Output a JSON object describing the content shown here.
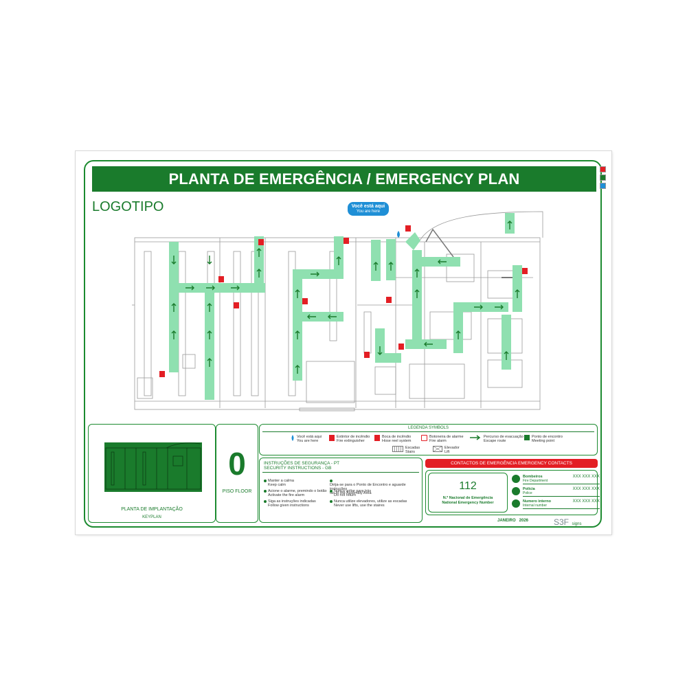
{
  "header": {
    "title": "PLANTA DE EMERGÊNCIA   /   EMERGENCY PLAN",
    "logo": "LOGOTIPO"
  },
  "callout": {
    "pt": "Você está aqui",
    "en": "You are here"
  },
  "legend": {
    "title": "LEGENDA SYMBOLS",
    "items": [
      {
        "pt": "Você está aqui",
        "en": "You are here",
        "icon": "you-are-here-icon"
      },
      {
        "pt": "Extintor de incêndio",
        "en": "Fire extinguisher",
        "icon": "fire-extinguisher-icon"
      },
      {
        "pt": "Boca de incêndio",
        "en": "Hose reel system",
        "icon": "hose-reel-icon"
      },
      {
        "pt": "Botoneira de alarme",
        "en": "Fire alarm",
        "icon": "fire-alarm-icon"
      },
      {
        "pt": "Percurso de evacuação",
        "en": "Escape route",
        "icon": "escape-route-icon"
      },
      {
        "pt": "Ponto de encontro",
        "en": "Meeting point",
        "icon": "meeting-point-icon"
      },
      {
        "pt": "Escadas",
        "en": "Stairs",
        "icon": "stairs-icon"
      },
      {
        "pt": "Elevador",
        "en": "Lift",
        "icon": "lift-icon"
      }
    ]
  },
  "keyplan": {
    "pt": "PLANTA DE IMPLANTAÇÃO",
    "en": "KEYPLAN"
  },
  "floor": {
    "number": "0",
    "label": "PISO FLOOR"
  },
  "instructions": {
    "title_pt": "INSTRUÇÕES DE SEGURANÇA - PT",
    "title_en": "SECURITY INSTRUCTIONS - GB",
    "items": [
      {
        "pt": "Manter a calma",
        "en": "Keep calm"
      },
      {
        "pt": "Acione o alarme, premindo o botão",
        "en": "Activate the fire alarm"
      },
      {
        "pt": "Siga as instruções indicadas",
        "en": "Follow given instructions"
      },
      {
        "pt": "Dirija-se para o Ponto de Encontro e aguarde instruções",
        "en": "Go to the Assembly Area"
      },
      {
        "pt": "Nunca voltar para trás",
        "en": "Do not return"
      },
      {
        "pt": "Nunca utilize elevadores, utilize as escadas",
        "en": "Never use lifts, use the staires"
      }
    ]
  },
  "contacts": {
    "title": "CONTACTOS DE EMERGÊNCIA   EMERGENCY CONTACTS",
    "national_number": "112",
    "national_pt": "N.º Nacional de Emergência",
    "national_en": "National Emergency Number",
    "rows": [
      {
        "name": "Bombeiros",
        "sub": "Fire Department",
        "number": "XXX XXX XXX",
        "icon": "fire-department-icon"
      },
      {
        "name": "Polícia",
        "sub": "Police",
        "number": "XXX XXX XXX",
        "icon": "police-icon"
      },
      {
        "name": "Numero interno",
        "sub": "Internal number",
        "number": "XXX XXX XXX",
        "icon": "phone-icon"
      }
    ]
  },
  "footer": {
    "date": "JANEIRO   2026",
    "brand": "S3F",
    "brand_sub": "signs"
  },
  "colors": {
    "green": "#1a7b2c",
    "route": "#8fe0b0",
    "red": "#e31e24",
    "blue": "#1f8fd6"
  }
}
